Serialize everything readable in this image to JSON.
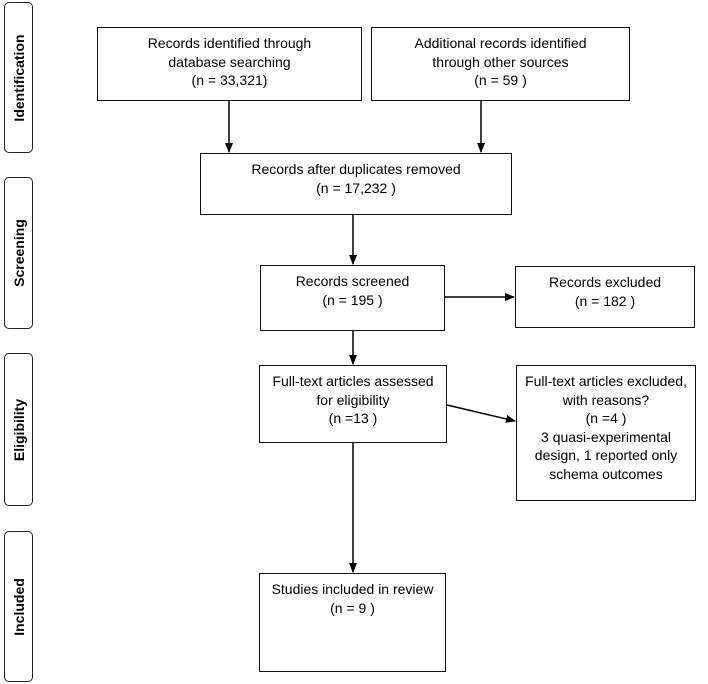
{
  "stages": {
    "identification": "Identification",
    "screening": "Screening",
    "eligibility": "Eligibility",
    "included": "Included"
  },
  "boxes": {
    "database": {
      "line1": "Records identified through",
      "line2": "database searching",
      "line3": "(n =  33,321)"
    },
    "other_sources": {
      "line1": "Additional records identified",
      "line2": "through other sources",
      "line3": "(n = 59 )"
    },
    "after_duplicates": {
      "line1": "Records after duplicates removed",
      "line2": "(n = 17,232 )"
    },
    "screened": {
      "line1": "Records screened",
      "line2": "(n =  195 )"
    },
    "excluded": {
      "line1": "Records excluded",
      "line2": "(n = 182 )"
    },
    "fulltext_assessed": {
      "line1": "Full-text articles assessed",
      "line2": "for eligibility",
      "line3": "(n =13  )"
    },
    "fulltext_excluded": {
      "line1": "Full-text articles excluded,",
      "line2": "with reasons?",
      "line3": "(n =4 )",
      "line4": "3 quasi-experimental",
      "line5": "design, 1 reported only",
      "line6": "schema outcomes"
    },
    "included": {
      "line1": "Studies included in review",
      "line2": "(n = 9  )"
    }
  }
}
